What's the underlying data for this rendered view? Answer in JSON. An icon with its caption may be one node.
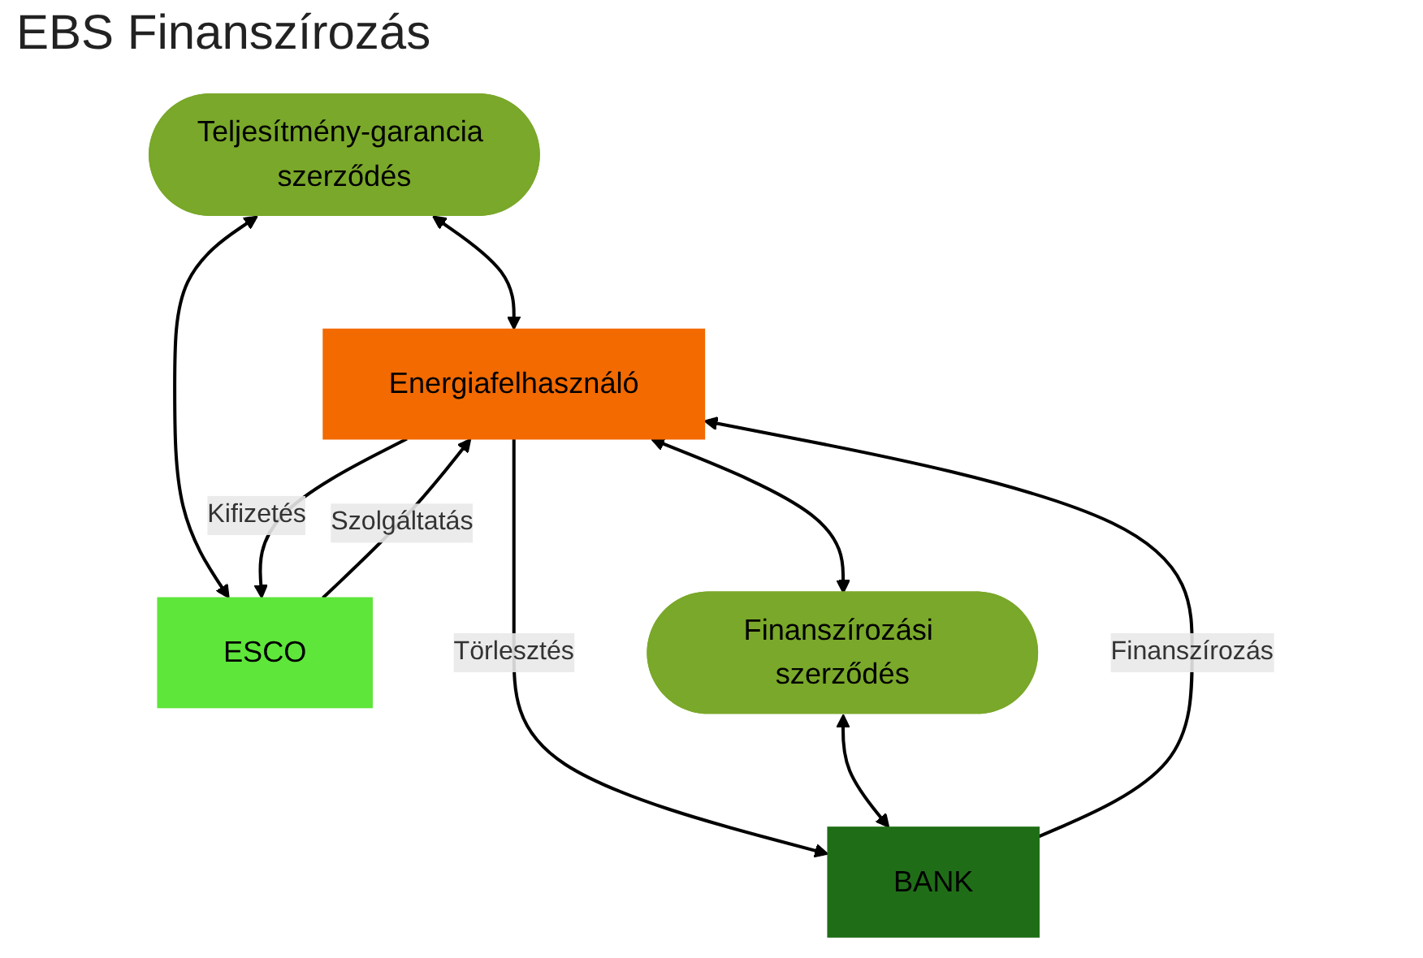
{
  "diagram": {
    "title": "EBS Finanszírozás",
    "nodes": [
      {
        "text": [
          "Energiafelhasználó"
        ]
      },
      {
        "text": [
          "Teljesítmény-garancia szerződés"
        ]
      },
      {
        "text": [
          "ESCO"
        ]
      },
      {
        "text": [
          "Finanszírozási szerződés"
        ]
      },
      {
        "text": [
          "BANK"
        ]
      }
    ],
    "edges": [
      {
        "from": 1,
        "to": 0,
        "arrow": "both"
      },
      {
        "from": 1,
        "to": 2,
        "arrow": "both"
      },
      {
        "from": 0,
        "to": 2,
        "arrow": "to",
        "label": "Kifizetés"
      },
      {
        "from": 2,
        "to": 0,
        "arrow": "to",
        "label": "Szolgáltatás"
      },
      {
        "from": 0,
        "to": 3,
        "arrow": "both"
      },
      {
        "from": 4,
        "to": 0,
        "arrow": "to",
        "label": "Finanszírozás"
      },
      {
        "from": 0,
        "to": 4,
        "arrow": "to",
        "label": "Törlesztés"
      },
      {
        "from": 3,
        "to": 4,
        "arrow": "both"
      }
    ]
  }
}
